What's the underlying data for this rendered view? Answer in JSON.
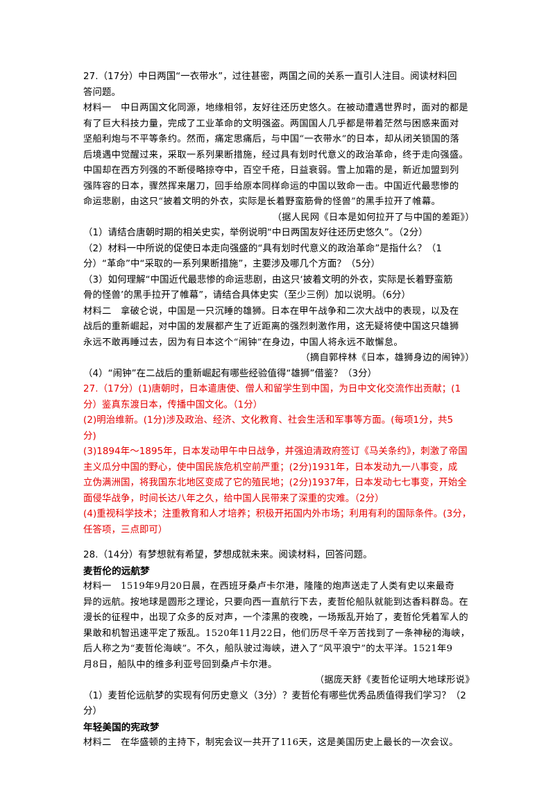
{
  "q27": {
    "intro": [
      "27.（17分）中日两国“一衣带水”，过往甚密，两国之间的关系一直引人注目。阅读材料回",
      "答问题。"
    ],
    "material1": [
      "材料一　中日两国文化同源，地缘相邻，友好往还历史悠久。在被动遭遇世界时，面对的都是",
      "有了巨大科技力量，完成了工业革命的文明强盗。两国国人几乎都是带着茫然与困惑来面对",
      "坚船利炮与不平等条约。然而，痛定思痛后，与中国“一衣带水”的日本，却从闭关锁国的落",
      "后境遇中觉醒过来，采取一系列果断措施，经过具有划时代意义的政治革命，终于走向强盛。",
      "中国却在西方列强的不断侵略掠夺中，百空千疮，日益衰弱。雪上加霜的是，新近加盟到列",
      "强阵容的日本，骤然挥来屠刀，回手给原本同样命运的中国以致命一击。中国近代最悲惨的",
      "命运悲剧，由这只“披着文明的外衣，实际是长着野蛮筋骨的怪兽”的黑手拉开了帷幕。"
    ],
    "source1": "（据人民网《日本是如何拉开了与中国的差距》）",
    "questions1": [
      "（1）请结合唐朝时期的相关史实，举例说明“中日两国友好往还历史悠久”。（2分）",
      "（2）材料一中所说的促使日本走向强盛的“具有划时代意义的政治革命”是指什么？（1",
      "分）“革命”中“采取的一系列果断措施”，主要涉及哪几个方面？（5分）",
      "（3）如何理解“中国近代最悲惨的命运悲剧，由这只‘披着文明的外衣，实际是长着野蛮筋",
      "骨的怪兽’的黑手拉开了帷幕”，请结合具体史实（至少三例）加以说明。（6分）"
    ],
    "material2": [
      "材料二　拿破仑说，中国是一只沉睡的雄狮。日本在甲午战争和二次大战中的表现，以及在",
      "战后的重新崛起，对中国的发展都产生了近距离的强烈刺激作用，这无疑将使中国这只雄狮",
      "永远不敢再睡过去，因为有日本这个“闹钟”在身边，中国人将永远不敢懈怠。"
    ],
    "source2": "（摘自郭梓林《日本，雄狮身边的闹钟》）",
    "question4": "（4）“闹钟”在二战后的重新崛起有哪些经验值得“雄狮”借鉴？（3分）",
    "answers": [
      "27.（17分）(1)唐朝时，日本遣唐使、僧人和留学生到中国，为日中文化交流作出贡献；(1",
      "分）鉴真东渡日本，传播中国文化。（1分）",
      "(2)明治维新。(1分)涉及政治、经济、文化教育、社会生活和军事等方面。(每项1分，共5",
      "分)",
      "(3)1894年～1895年，日本发动甲午中日战争，并强迫清政府签订《马关条约》，刺激了帝国",
      "主义瓜分中国的野心，使中国民族危机空前严重；(2分)1931年，日本发动九一八事变，成",
      "立伪满洲国，将我国东北地区变成了它的殖民地；(2分)1937年，日本发动七七事变，开始全",
      "面侵华战争，时间长达八年之久，给中国人民带来了深重的灾难。（2分）",
      "(4)重视科学技术；注重教育和人才培养；积极开拓国内外市场；利用有利的国际条件。(3分，",
      "任答项，三点即可）"
    ]
  },
  "q28": {
    "intro": "28.（14分）有梦想就有希望，梦想成就未来。阅读材料，回答问题。",
    "heading1": "麦哲伦的远航梦",
    "material1": [
      "材料一　1519年9月20日晨，在西班牙桑卢卡尔港，隆隆的炮声送走了人类有史以来最奇",
      "异的远航。按地球是圆形之理论，只要向西一直航行下去，麦哲伦船队就能到达香料群岛。在",
      "漫长的征程中，出现了众多的反对声，一个漆黑的夜晚，一场叛乱开始了，麦哲伦凭着军人的",
      "果敢和机智迅速平定了叛乱。1520年11月22日，他们历尽千辛万苦找到了一条神秘的海峡，",
      "后人称之为“麦哲伦海峡”。不久，船队驶过海峡，进入了“风平浪宁”的太平洋。1521年9",
      "月8日，船队中的维多利亚号回到桑卢卡尔港。"
    ],
    "source1": "（据庞天舒《麦哲伦证明大地球形说》",
    "question1": [
      "（1）麦哲伦远航梦的实现有何历史意义（3分）？麦哲伦有哪些优秀品质值得我们学习？（2",
      "分）"
    ],
    "heading2": "年轻美国的宪政梦",
    "material2": "材料二　在华盛顿的主持下，制宪会议一共开了116天，这是美国历史上最长的一次会议。"
  }
}
